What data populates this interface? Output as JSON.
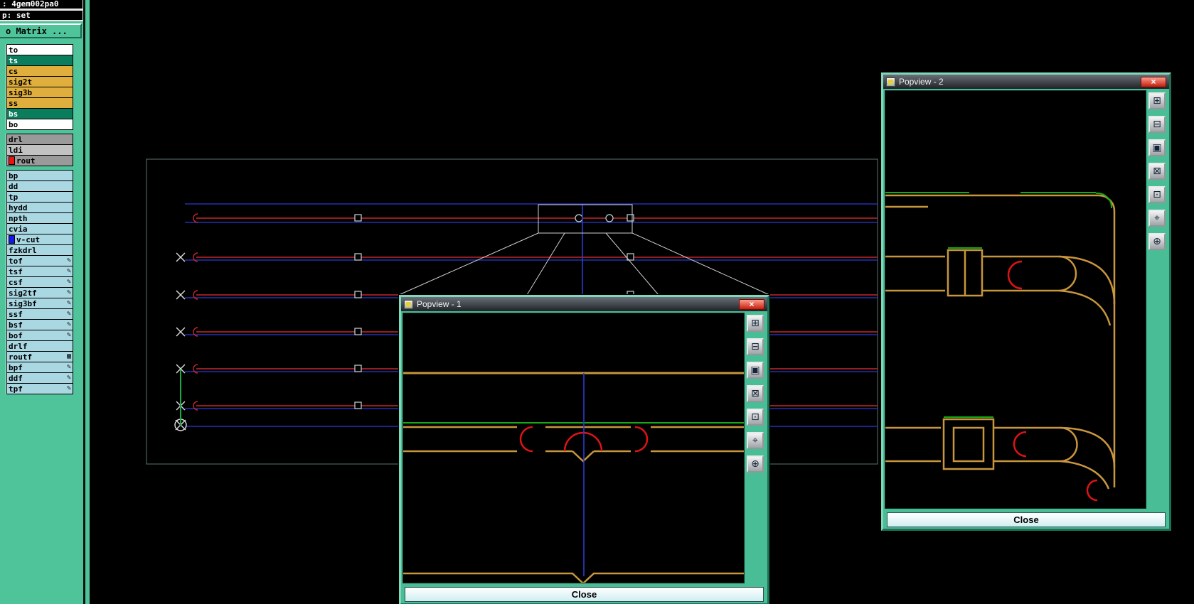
{
  "header": {
    "line1": ": 4gem002pa0",
    "line2": "p: set",
    "matrix_button": "o Matrix ..."
  },
  "icons": {
    "close_glyph": "×"
  },
  "layers": {
    "groups": [
      [
        {
          "label": "to",
          "bg": "#ffffff",
          "fg": "#000000"
        },
        {
          "label": "ts",
          "bg": "#0b7d5c",
          "fg": "#ffffff"
        },
        {
          "label": "cs",
          "bg": "#dfae3c",
          "fg": "#000000"
        },
        {
          "label": "sig2t",
          "bg": "#dfae3c",
          "fg": "#000000"
        },
        {
          "label": "sig3b",
          "bg": "#dfae3c",
          "fg": "#000000"
        },
        {
          "label": "ss",
          "bg": "#dfae3c",
          "fg": "#000000"
        },
        {
          "label": "bs",
          "bg": "#0b7d5c",
          "fg": "#ffffff"
        },
        {
          "label": "bo",
          "bg": "#ffffff",
          "fg": "#000000"
        }
      ],
      [
        {
          "label": "drl",
          "bg": "#9a9a9a",
          "fg": "#000000"
        },
        {
          "label": "ldi",
          "bg": "#c2c2c2",
          "fg": "#000000"
        },
        {
          "label": "rout",
          "bg": "#9a9a9a",
          "fg": "#000000",
          "chip": "#ee1111"
        }
      ],
      [
        {
          "label": "bp",
          "bg": "#a9d7e2",
          "fg": "#000000"
        },
        {
          "label": "dd",
          "bg": "#a9d7e2",
          "fg": "#000000"
        },
        {
          "label": "tp",
          "bg": "#a9d7e2",
          "fg": "#000000"
        },
        {
          "label": "hydd",
          "bg": "#a9d7e2",
          "fg": "#000000"
        },
        {
          "label": "npth",
          "bg": "#a9d7e2",
          "fg": "#000000"
        },
        {
          "label": "cvia",
          "bg": "#a9d7e2",
          "fg": "#000000"
        },
        {
          "label": "v-cut",
          "bg": "#a9d7e2",
          "fg": "#000000",
          "chip": "#1515ee"
        },
        {
          "label": "fzkdrl",
          "bg": "#a9d7e2",
          "fg": "#000000"
        },
        {
          "label": "tof",
          "bg": "#a9d7e2",
          "fg": "#000000",
          "icon": "pencil"
        },
        {
          "label": "tsf",
          "bg": "#a9d7e2",
          "fg": "#000000",
          "icon": "pencil"
        },
        {
          "label": "csf",
          "bg": "#a9d7e2",
          "fg": "#000000",
          "icon": "pencil"
        },
        {
          "label": "sig2tf",
          "bg": "#a9d7e2",
          "fg": "#000000",
          "icon": "pencil"
        },
        {
          "label": "sig3bf",
          "bg": "#a9d7e2",
          "fg": "#000000",
          "icon": "pencil"
        },
        {
          "label": "ssf",
          "bg": "#a9d7e2",
          "fg": "#000000",
          "icon": "pencil"
        },
        {
          "label": "bsf",
          "bg": "#a9d7e2",
          "fg": "#000000",
          "icon": "pencil"
        },
        {
          "label": "bof",
          "bg": "#a9d7e2",
          "fg": "#000000",
          "icon": "pencil"
        },
        {
          "label": "drlf",
          "bg": "#a9d7e2",
          "fg": "#000000"
        },
        {
          "label": "routf",
          "bg": "#a9d7e2",
          "fg": "#000000",
          "icon": "grid"
        },
        {
          "label": "bpf",
          "bg": "#a9d7e2",
          "fg": "#000000",
          "icon": "pencil"
        },
        {
          "label": "ddf",
          "bg": "#a9d7e2",
          "fg": "#000000",
          "icon": "pencil"
        },
        {
          "label": "tpf",
          "bg": "#a9d7e2",
          "fg": "#000000",
          "icon": "pencil"
        }
      ]
    ]
  },
  "popview_tools": [
    {
      "name": "tile-view",
      "glyph": "⊞"
    },
    {
      "name": "send-to-main",
      "glyph": "⊟"
    },
    {
      "name": "copy-view",
      "glyph": "▣"
    },
    {
      "name": "pan-left",
      "glyph": "⊠"
    },
    {
      "name": "pan-right",
      "glyph": "⊡"
    },
    {
      "name": "center-target",
      "glyph": "⌖"
    },
    {
      "name": "zoom-target",
      "glyph": "⊕"
    }
  ],
  "popview1": {
    "title": "Popview - 1",
    "close_label": "Close"
  },
  "popview2": {
    "title": "Popview - 2",
    "close_label": "Close"
  },
  "colors": {
    "panel_teal": "#4fc39a",
    "trace_blue": "#2b3bd6",
    "trace_red": "#c62828",
    "board_gold": "#c8963c",
    "accent_green": "#18a818"
  }
}
